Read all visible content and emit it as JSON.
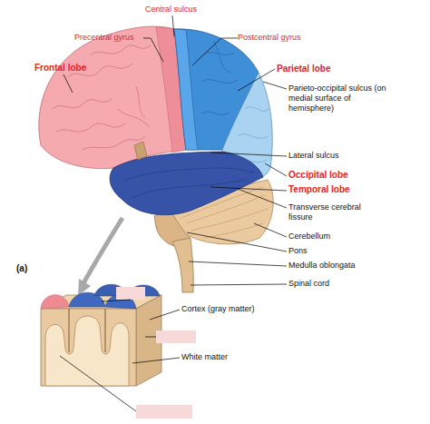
{
  "diagram": {
    "labels": [
      "Central sulcus",
      "Precentral gyrus",
      "Postcentral gyrus",
      "Frontal lobe",
      "Parietal lobe",
      "Parieto-occipital sulcus (on medial surface of hemisphere)",
      "Lateral sulcus",
      "Occipital lobe",
      "Temporal lobe",
      "Transverse cerebral fissure",
      "Cerebellum",
      "Pons",
      "Medulla oblongata",
      "Spinal cord",
      "(a)",
      "Cortex (gray matter)",
      "White matter"
    ]
  }
}
